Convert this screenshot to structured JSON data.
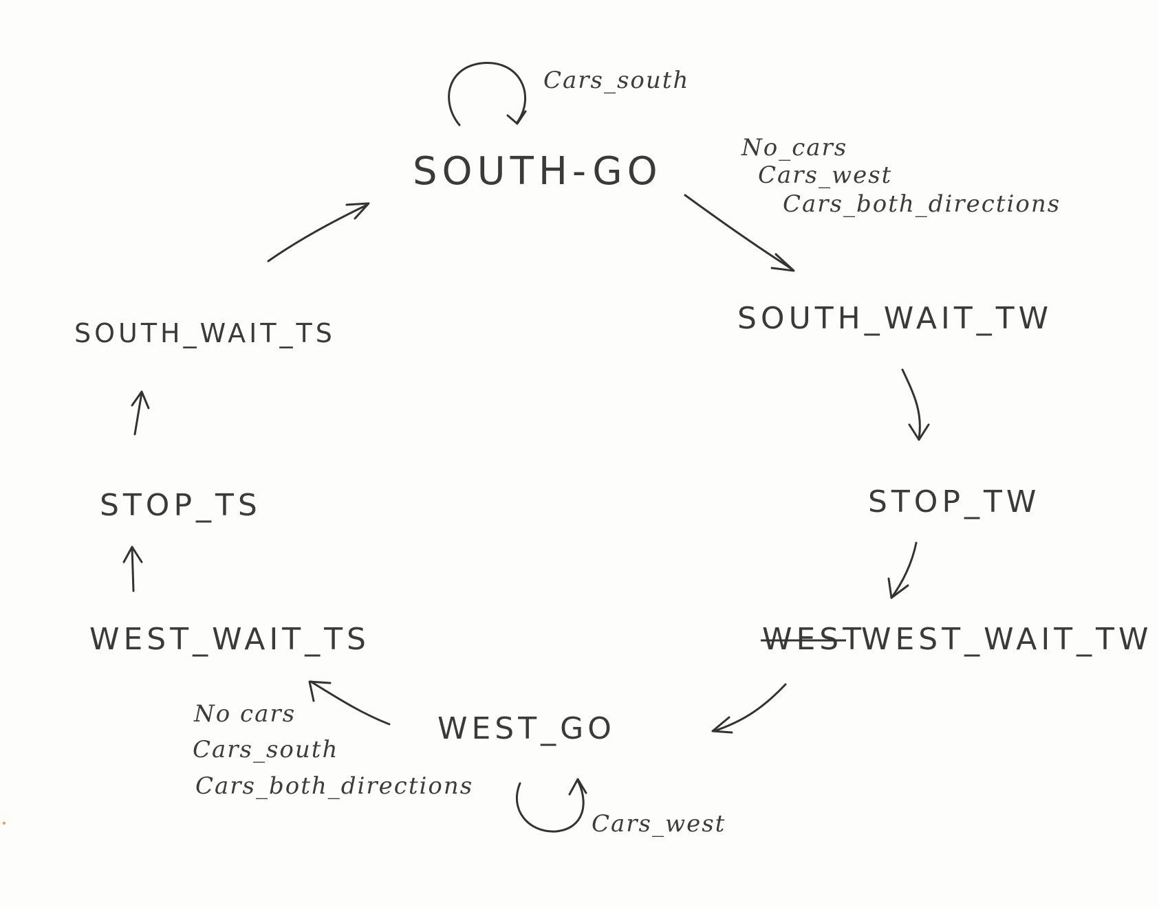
{
  "states": {
    "south_go": "SOUTH-GO",
    "south_wait_tw": "SOUTH_WAIT_TW",
    "stop_tw": "STOP_TW",
    "west_wait_tw": "WEST_WAIT_TW",
    "west_wait_tw_crossed": "WEST",
    "west_go": "WEST_GO",
    "west_wait_ts": "WEST_WAIT_TS",
    "stop_ts": "STOP_TS",
    "south_wait_ts": "SOUTH_WAIT_TS"
  },
  "transitions": {
    "south_go_self": "Cars_south",
    "south_go_to_wait_tw": [
      "No_cars",
      "Cars_west",
      "Cars_both_directions"
    ],
    "west_go_self": "Cars_west",
    "west_go_to_wait_ts": [
      "No cars",
      "Cars_south",
      "Cars_both_directions"
    ]
  },
  "colors": {
    "ink": "#333333",
    "paper": "#fdfdfc"
  }
}
